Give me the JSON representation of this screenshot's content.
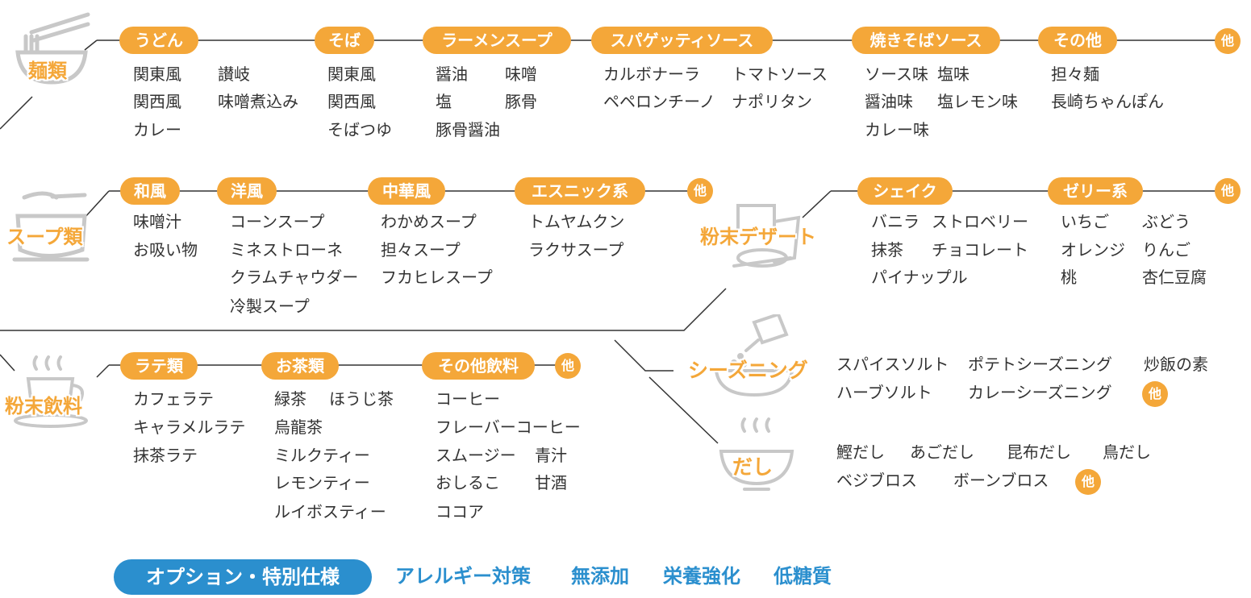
{
  "colors": {
    "accent": "#f4a739",
    "line": "#333333",
    "illustration": "#c8c8c8",
    "option": "#2b8fce"
  },
  "categories": {
    "noodles": "麺類",
    "soup": "スープ類",
    "dessert": "粉末デザート",
    "drink": "粉末飲料",
    "seasoning": "シーズニング",
    "dashi": "だし"
  },
  "other_label": "他",
  "noodles": {
    "udon": {
      "label": "うどん",
      "items": [
        "関東風",
        "讃岐",
        "関西風",
        "味噌煮込み",
        "カレー"
      ]
    },
    "soba": {
      "label": "そば",
      "items": [
        "関東風",
        "関西風",
        "そばつゆ"
      ]
    },
    "ramen": {
      "label": "ラーメンスープ",
      "items": [
        "醤油",
        "味噌",
        "塩",
        "豚骨",
        "豚骨醤油"
      ]
    },
    "spaghetti": {
      "label": "スパゲッティソース",
      "items": [
        "カルボナーラ",
        "トマトソース",
        "ペペロンチーノ",
        "ナポリタン"
      ]
    },
    "yakisoba": {
      "label": "焼きそばソース",
      "items": [
        "ソース味",
        "塩味",
        "醤油味",
        "塩レモン味",
        "カレー味"
      ]
    },
    "other": {
      "label": "その他",
      "items": [
        "担々麺",
        "長崎ちゃんぽん"
      ]
    }
  },
  "soup": {
    "wafu": {
      "label": "和風",
      "items": [
        "味噌汁",
        "お吸い物"
      ]
    },
    "yofu": {
      "label": "洋風",
      "items": [
        "コーンスープ",
        "ミネストローネ",
        "クラムチャウダー",
        "冷製スープ"
      ]
    },
    "chuka": {
      "label": "中華風",
      "items": [
        "わかめスープ",
        "担々スープ",
        "フカヒレスープ"
      ]
    },
    "ethnic": {
      "label": "エスニック系",
      "items": [
        "トムヤムクン",
        "ラクサスープ"
      ]
    }
  },
  "dessert": {
    "shake": {
      "label": "シェイク",
      "items": [
        "バニラ",
        "ストロベリー",
        "抹茶",
        "チョコレート",
        "パイナップル"
      ]
    },
    "jelly": {
      "label": "ゼリー系",
      "items": [
        "いちご",
        "ぶどう",
        "オレンジ",
        "りんご",
        "桃",
        "杏仁豆腐"
      ]
    }
  },
  "drink": {
    "latte": {
      "label": "ラテ類",
      "items": [
        "カフェラテ",
        "キャラメルラテ",
        "抹茶ラテ"
      ]
    },
    "tea": {
      "label": "お茶類",
      "items": [
        "緑茶",
        "ほうじ茶",
        "烏龍茶",
        "ミルクティー",
        "レモンティー",
        "ルイボスティー"
      ]
    },
    "other": {
      "label": "その他飲料",
      "items": [
        "コーヒー",
        "フレーバーコーヒー",
        "スムージー",
        "青汁",
        "おしるこ",
        "甘酒",
        "ココア"
      ]
    }
  },
  "seasoning": {
    "items": [
      "スパイスソルト",
      "ポテトシーズニング",
      "炒飯の素",
      "ハーブソルト",
      "カレーシーズニング"
    ]
  },
  "dashi": {
    "items": [
      "鰹だし",
      "あごだし",
      "昆布だし",
      "鳥だし",
      "ベジブロス",
      "ボーンブロス"
    ]
  },
  "options": {
    "title": "オプション・特別仕様",
    "links": [
      "アレルギー対策",
      "無添加",
      "栄養強化",
      "低糖質"
    ]
  }
}
